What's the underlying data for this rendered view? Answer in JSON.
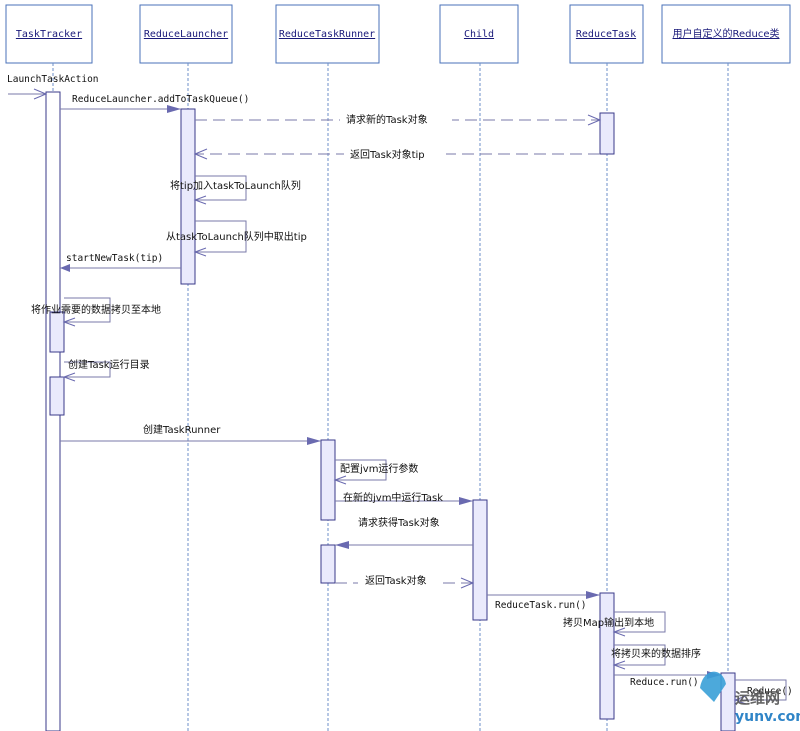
{
  "actors": [
    {
      "id": "tt",
      "label": "TaskTracker"
    },
    {
      "id": "rl",
      "label": "ReduceLauncher"
    },
    {
      "id": "rtr",
      "label": "ReduceTaskRunner"
    },
    {
      "id": "child",
      "label": "Child"
    },
    {
      "id": "rt",
      "label": "ReduceTask"
    },
    {
      "id": "ur",
      "label": "用户自定义的Reduce类"
    }
  ],
  "messages": {
    "launch": "LaunchTaskAction",
    "add_queue": "ReduceLauncher.addToTaskQueue()",
    "request_task": "请求新的Task对象",
    "return_tip": "返回Task对象tip",
    "add_tip": "将tip加入taskToLaunch队列",
    "take_tip": "从taskToLaunch队列中取出tip",
    "start_new_task": "startNewTask(tip)",
    "copy_local": "将作业需要的数据拷贝至本地",
    "create_dir": "创建Task运行目录",
    "create_runner": "创建TaskRunner",
    "config_jvm": "配置jvm运行参数",
    "run_new_jvm": "在新的jvm中运行Task",
    "get_task": "请求获得Task对象",
    "return_task": "返回Task对象",
    "reduce_run": "ReduceTask.run()",
    "copy_map": "拷贝Map输出到本地",
    "sort": "将拷贝来的数据排序",
    "reduce_run2": "Reduce.run()",
    "reduce_call": "Reduce()"
  },
  "watermark": {
    "top": "运维网",
    "bottom": "yunv.com"
  }
}
